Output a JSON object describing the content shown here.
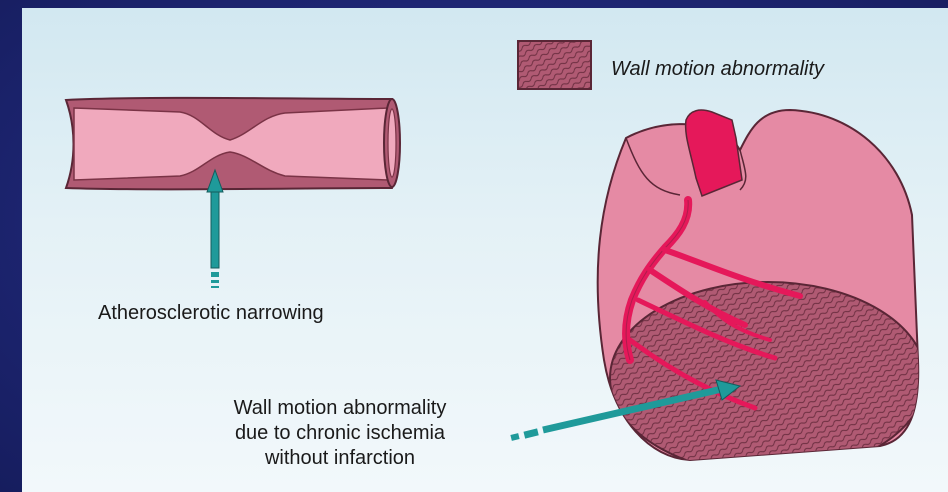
{
  "legend": {
    "label": "Wall motion abnormality",
    "swatch_color": "#b05a73"
  },
  "artery": {
    "caption": "Atherosclerotic narrowing"
  },
  "heart": {
    "caption_lines": [
      "Wall motion abnormality",
      "due to chronic ischemia",
      "without infarction"
    ]
  },
  "colors": {
    "slide_bg": "#1e2674",
    "panel_bg": "#e4f1f6",
    "tissue_pink": "#e58aa4",
    "vessel_red": "#e5185a",
    "plaque": "#b05a73",
    "arrow_teal": "#1f9a9a"
  }
}
